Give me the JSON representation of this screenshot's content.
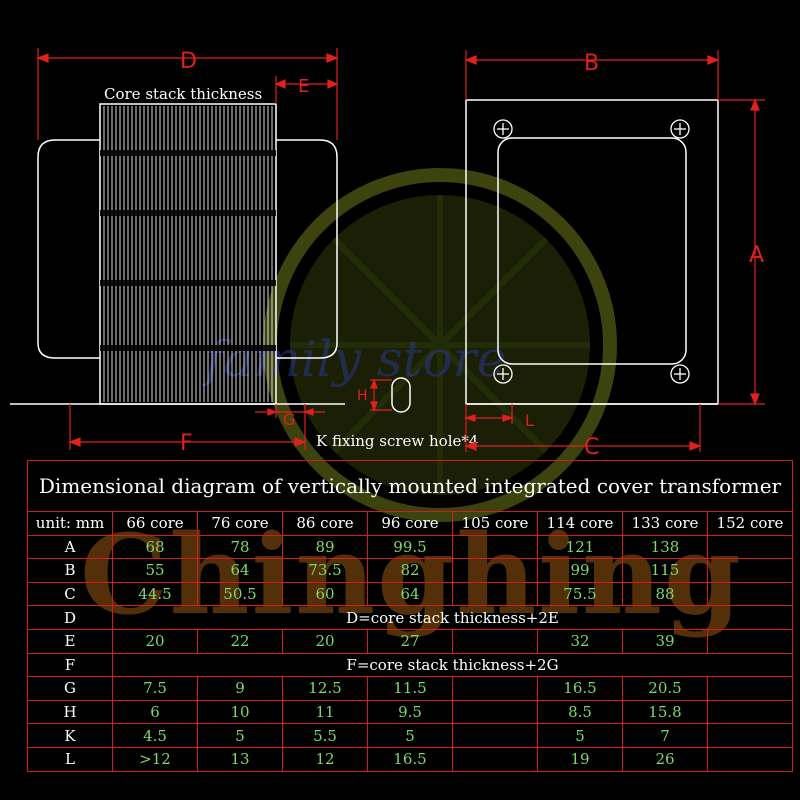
{
  "diagram": {
    "labels": {
      "D": "D",
      "E": "E",
      "B": "B",
      "A": "A",
      "H": "H",
      "G": "G",
      "L": "L",
      "F": "F",
      "C": "C",
      "core_stack": "Core stack thickness",
      "screw_hole": "K fixing screw hole*4"
    },
    "colors": {
      "dimension": "#e0201c",
      "outline": "#ffffff",
      "table_border": "#d11e1e",
      "values": "#7fd86a"
    }
  },
  "watermark": {
    "script_text": "family store",
    "brand_text": "Chinghing"
  },
  "table": {
    "title": "Dimensional diagram of vertically mounted integrated cover transformer",
    "unit_label": "unit:  mm",
    "columns": [
      "66 core",
      "76 core",
      "86 core",
      "96 core",
      "105 core",
      "114 core",
      "133 core",
      "152 core"
    ],
    "rows": [
      {
        "label": "A",
        "values": [
          "68",
          "78",
          "89",
          "99.5",
          "",
          "121",
          "138",
          ""
        ]
      },
      {
        "label": "B",
        "values": [
          "55",
          "64",
          "73.5",
          "82",
          "",
          "99",
          "115",
          ""
        ]
      },
      {
        "label": "C",
        "values": [
          "44.5",
          "50.5",
          "60",
          "64",
          "",
          "75.5",
          "88",
          ""
        ]
      },
      {
        "label": "D",
        "formula": "D=core stack thickness+2E"
      },
      {
        "label": "E",
        "values": [
          "20",
          "22",
          "20",
          "27",
          "",
          "32",
          "39",
          ""
        ]
      },
      {
        "label": "F",
        "formula": "F=core stack thickness+2G"
      },
      {
        "label": "G",
        "values": [
          "7.5",
          "9",
          "12.5",
          "11.5",
          "",
          "16.5",
          "20.5",
          ""
        ]
      },
      {
        "label": "H",
        "values": [
          "6",
          "10",
          "11",
          "9.5",
          "",
          "8.5",
          "15.8",
          ""
        ]
      },
      {
        "label": "K",
        "values": [
          "4.5",
          "5",
          "5.5",
          "5",
          "",
          "5",
          "7",
          ""
        ]
      },
      {
        "label": "L",
        "values": [
          ">12",
          "13",
          "12",
          "16.5",
          "",
          "19",
          "26",
          ""
        ]
      }
    ]
  }
}
